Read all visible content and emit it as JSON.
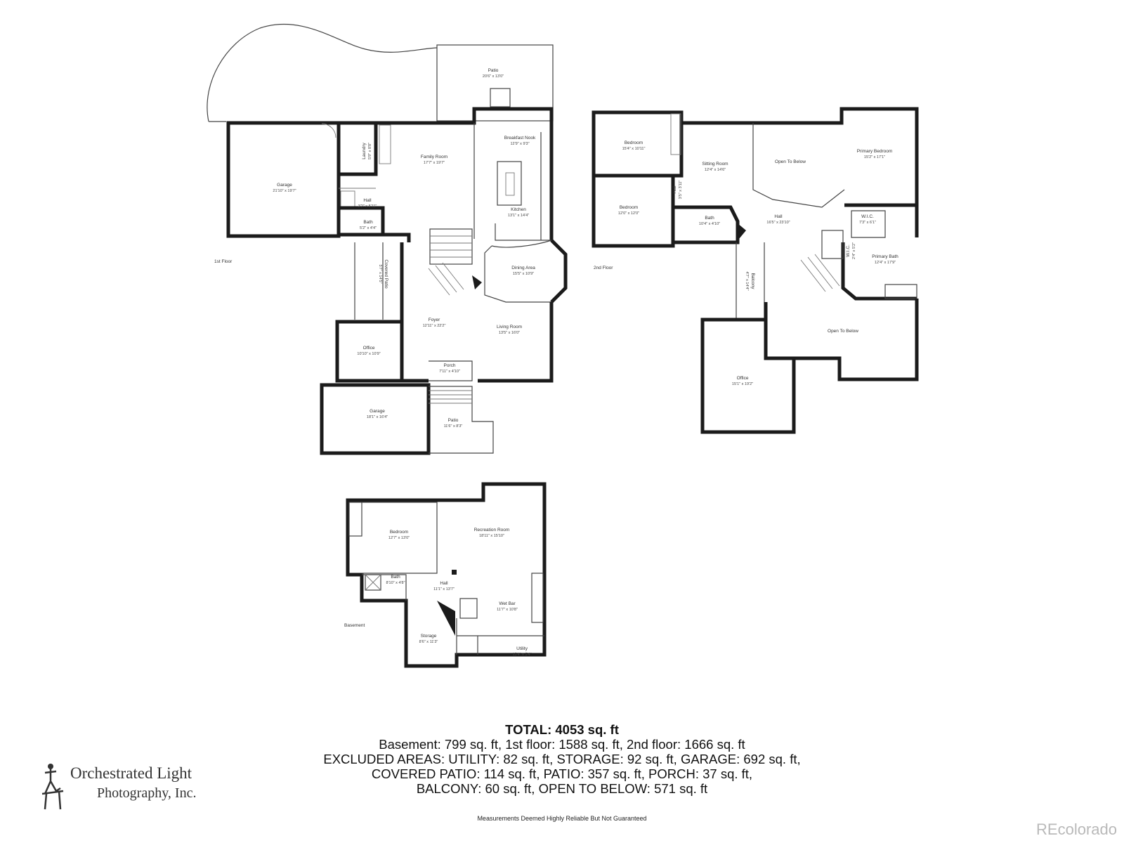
{
  "floors": {
    "first": {
      "label": "1st Floor",
      "rooms": [
        {
          "id": "patio-top",
          "name": "Patio",
          "dims": "20'6\" x 13'0\""
        },
        {
          "id": "breakfast-nook",
          "name": "Breakfast Nook",
          "dims": "12'9\" x 9'3\""
        },
        {
          "id": "family-room",
          "name": "Family Room",
          "dims": "17'7\" x 19'7\""
        },
        {
          "id": "garage-main",
          "name": "Garage",
          "dims": "21'10\" x 19'7\""
        },
        {
          "id": "laundry",
          "name": "Laundry",
          "dims": "5'9\" x 8'8\""
        },
        {
          "id": "hall-1",
          "name": "Hall",
          "dims": "3'2\" x 5'11\""
        },
        {
          "id": "bath-1",
          "name": "Bath",
          "dims": "5'2\" x 4'4\""
        },
        {
          "id": "kitchen",
          "name": "Kitchen",
          "dims": "13'1\" x 14'4\""
        },
        {
          "id": "covered-patio",
          "name": "Covered Patio",
          "dims": "5'7\" x 14'5\""
        },
        {
          "id": "dining-area",
          "name": "Dining Area",
          "dims": "15'5\" x 10'9\""
        },
        {
          "id": "foyer",
          "name": "Foyer",
          "dims": "12'11\" x 22'2\""
        },
        {
          "id": "living-room",
          "name": "Living Room",
          "dims": "13'5\" x 16'0\""
        },
        {
          "id": "office-1",
          "name": "Office",
          "dims": "10'10\" x 10'9\""
        },
        {
          "id": "porch",
          "name": "Porch",
          "dims": "7'11\" x 4'10\""
        },
        {
          "id": "garage-small",
          "name": "Garage",
          "dims": "18'1\" x 16'4\""
        },
        {
          "id": "patio-front",
          "name": "Patio",
          "dims": "11'6\" x 8'3\""
        }
      ]
    },
    "second": {
      "label": "2nd Floor",
      "rooms": [
        {
          "id": "bedroom-2a",
          "name": "Bedroom",
          "dims": "15'4\" x 10'11\""
        },
        {
          "id": "bedroom-2b",
          "name": "Bedroom",
          "dims": "12'0\" x 12'0\""
        },
        {
          "id": "sitting-room",
          "name": "Sitting Room",
          "dims": "12'4\" x 14'6\""
        },
        {
          "id": "open-below-1",
          "name": "Open To Below",
          "dims": ""
        },
        {
          "id": "primary-bedroom",
          "name": "Primary Bedroom",
          "dims": "15'2\" x 17'1\""
        },
        {
          "id": "hall-2-small",
          "name": "Hall",
          "dims": "3'5\" x 3'11\""
        },
        {
          "id": "bath-2",
          "name": "Bath",
          "dims": "10'4\" x 4'10\""
        },
        {
          "id": "hall-2",
          "name": "Hall",
          "dims": "16'5\" x 23'10\""
        },
        {
          "id": "wic",
          "name": "W.I.C.",
          "dims": "7'3\" x 6'1\""
        },
        {
          "id": "wic-2",
          "name": "W.I.C.",
          "dims": "2'4\" x 5'2\""
        },
        {
          "id": "primary-bath",
          "name": "Primary Bath",
          "dims": "12'4\" x 17'9\""
        },
        {
          "id": "balcony",
          "name": "Balcony",
          "dims": "4'7\" x 14'4\""
        },
        {
          "id": "open-below-2",
          "name": "Open To Below",
          "dims": ""
        },
        {
          "id": "office-2",
          "name": "Office",
          "dims": "15'1\" x 19'2\""
        }
      ]
    },
    "basement": {
      "label": "Basement",
      "rooms": [
        {
          "id": "bedroom-b",
          "name": "Bedroom",
          "dims": "12'7\" x 13'0\""
        },
        {
          "id": "recreation-room",
          "name": "Recreation Room",
          "dims": "18'11\" x 15'10\""
        },
        {
          "id": "bath-b",
          "name": "Bath",
          "dims": "8'10\" x 4'8\""
        },
        {
          "id": "hall-b",
          "name": "Hall",
          "dims": "11'1\" x 13'7\""
        },
        {
          "id": "wet-bar",
          "name": "Wet Bar",
          "dims": "11'7\" x 10'8\""
        },
        {
          "id": "storage",
          "name": "Storage",
          "dims": "8'6\" x 11'3\""
        },
        {
          "id": "utility",
          "name": "Utility",
          "dims": "15'4\" x 5'4\""
        }
      ]
    }
  },
  "summary": {
    "total": "TOTAL: 4053 sq. ft",
    "line1": "Basement: 799 sq. ft, 1st floor: 1588 sq. ft, 2nd floor: 1666 sq. ft",
    "line2": "EXCLUDED AREAS: UTILITY: 82 sq. ft, STORAGE: 92 sq. ft, GARAGE: 692 sq. ft,",
    "line3": "COVERED PATIO: 114 sq. ft, PATIO: 357 sq. ft, PORCH: 37 sq. ft,",
    "line4": "BALCONY: 60 sq. ft, OPEN TO BELOW: 571 sq. ft"
  },
  "disclaimer": "Measurements Deemed Highly Reliable But Not Guaranteed",
  "logo": {
    "line1": "Orchestrated Light",
    "line2": "Photography, Inc."
  },
  "watermark": "REcolorado"
}
